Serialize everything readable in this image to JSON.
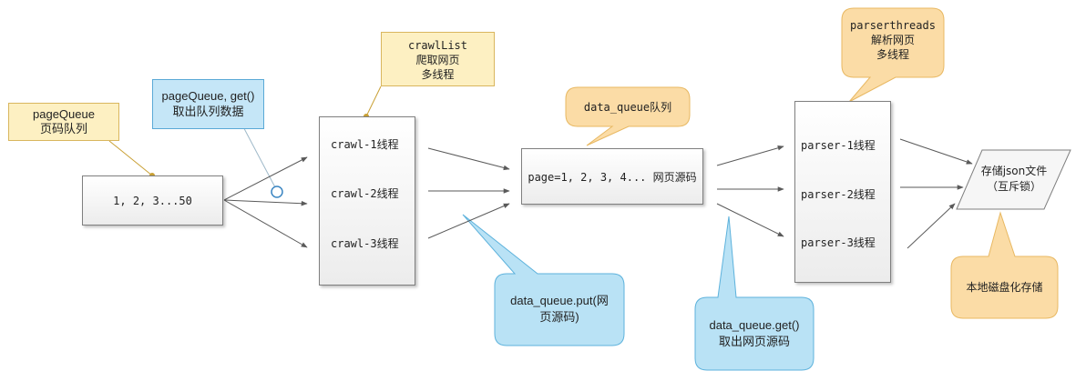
{
  "notes": {
    "page_queue": {
      "line1": "pageQueue",
      "line2": "页码队列"
    },
    "page_queue_get": {
      "line1": "pageQueue, get()",
      "line2": "取出队列数据"
    },
    "crawl_list": {
      "line1": "crawlList",
      "line2": "爬取网页",
      "line3": "多线程"
    },
    "data_queue": {
      "line1": "data_queue队列"
    },
    "parser_threads": {
      "line1": "parserthreads",
      "line2": "解析网页",
      "line3": "多线程"
    },
    "data_queue_put": {
      "line1": "data_queue.put(网",
      "line2": "页源码)"
    },
    "data_queue_get": {
      "line1": "data_queue.get()",
      "line2": "取出网页源码"
    },
    "local_disk": {
      "line1": "本地磁盘化存储"
    }
  },
  "boxes": {
    "pages": {
      "label": "1, 2, 3...50"
    },
    "crawl_threads": [
      "crawl-1线程",
      "crawl-2线程",
      "crawl-3线程"
    ],
    "data_queue_box": {
      "label": "page=1, 2, 3, 4... 网页源码"
    },
    "parser_threads": [
      "parser-1线程",
      "parser-2线程",
      "parser-3线程"
    ],
    "storage": {
      "line1": "存储json文件",
      "line2": "（互斥锁）"
    }
  },
  "colors": {
    "connector": "#c9a035",
    "arrow": "#5a5a5a",
    "note_yellow": "#fdf0c2",
    "note_blue": "#c5e6f7",
    "callout_orange": "#fbdca6",
    "callout_blue": "#b9e2f5"
  }
}
